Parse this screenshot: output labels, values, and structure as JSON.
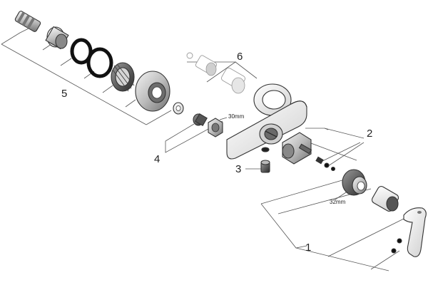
{
  "labels": {
    "n1": "1",
    "n2": "2",
    "n3": "3",
    "n4": "4",
    "n5": "5",
    "n6": "6",
    "dim_30": "30mm",
    "dim_32": "32mm"
  }
}
